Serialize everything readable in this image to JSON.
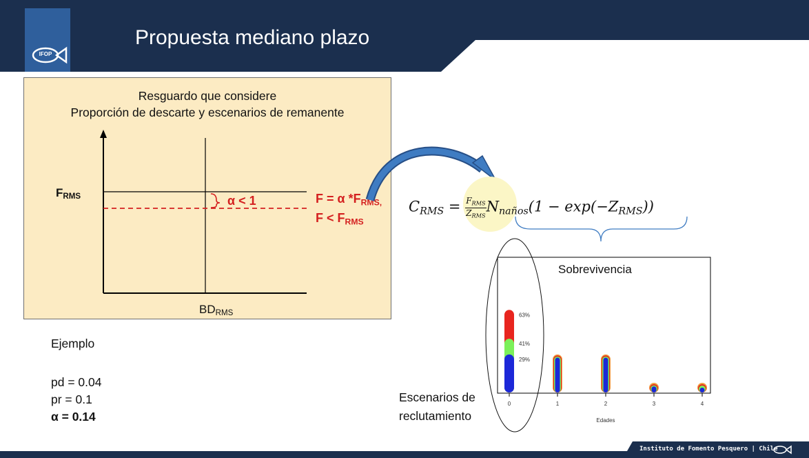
{
  "slide": {
    "title": "Propuesta mediano plazo",
    "logo_text": "IFOP",
    "footer_text": "Instituto de Fomento Pesquero | Chile"
  },
  "box": {
    "heading_line1": "Resguardo que considere",
    "heading_line2": "Proporción de descarte y escenarios de remanente",
    "y_label": "F",
    "y_label_sub": "RMS",
    "x_label": "BD",
    "x_label_sub": "RMS",
    "alpha_label": "α < 1",
    "eq1_main": "F = α *F",
    "eq1_sub": "RMS,",
    "eq2_main": "F <  F",
    "eq2_sub": "RMS"
  },
  "example": {
    "title": "Ejemplo",
    "pd": "pd = 0.04",
    "pr": "pr = 0.1",
    "alpha": "α = 0.14"
  },
  "formula": {
    "lhs": "C",
    "lhs_sub": "RMS",
    "eq": "=",
    "frac_num": "F",
    "frac_num_sub": "RMS",
    "frac_den": "Z",
    "frac_den_sub": "RMS",
    "n": "N",
    "n_sub": "naños",
    "rest": "(1 − exp(−Z",
    "rest_sub": "RMS",
    "close": "))"
  },
  "scenario_label_line1": "Escenarios de",
  "scenario_label_line2": "reclutamiento",
  "colors": {
    "navy": "#1b2f4e",
    "red": "#e8251f",
    "green": "#7cf05a",
    "blue": "#1c28d8",
    "orange": "#f0a040",
    "box_bg": "#fcebc3",
    "arrow": "#2e6bb0"
  },
  "chart_data": {
    "type": "bar",
    "title": "Sobrevivencia",
    "xlabel": "Edades",
    "categories": [
      "0",
      "1",
      "2",
      "3",
      "4"
    ],
    "ylim": [
      0,
      1
    ],
    "age0_stack": [
      {
        "color": "red",
        "value": 0.63,
        "label": "63%"
      },
      {
        "color": "green",
        "value": 0.41,
        "label": "41%"
      },
      {
        "color": "blue",
        "value": 0.29,
        "label": "29%"
      }
    ],
    "values": [
      0.63,
      0.29,
      0.29,
      0.07,
      0.04
    ]
  }
}
